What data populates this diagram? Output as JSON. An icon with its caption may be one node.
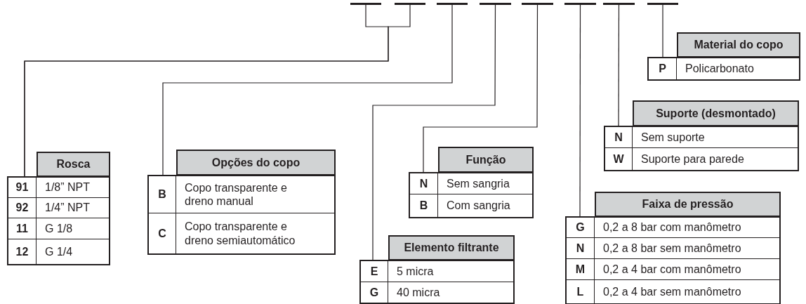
{
  "diagram": {
    "nodes": [
      {
        "text": [],
        "shape": "bar"
      },
      {
        "text": [],
        "shape": "bar"
      },
      {
        "text": [],
        "shape": "bar"
      },
      {
        "text": [],
        "shape": "bar"
      },
      {
        "text": [],
        "shape": "bar"
      },
      {
        "text": [],
        "shape": "bar"
      },
      {
        "text": [],
        "shape": "bar"
      },
      {
        "text": [],
        "shape": "bar"
      },
      {
        "text": [
          "Rosca",
          "91",
          "1/8” NPT",
          "92",
          "1/4” NPT",
          "11",
          "G 1/8",
          "12",
          "G 1/4"
        ]
      },
      {
        "text": [
          "Opções do copo",
          "B",
          "Copo transparente e dreno manual",
          "C",
          "Copo transparente e dreno semiautomático"
        ]
      },
      {
        "text": [
          "Elemento filtrante",
          "E",
          "5 micra",
          "G",
          "40 micra"
        ]
      },
      {
        "text": [
          "Função",
          "N",
          "Sem sangria",
          "B",
          "Com sangria"
        ]
      },
      {
        "text": [
          "Faixa de pressão",
          "G",
          "0,2 a 8 bar com manômetro",
          "N",
          "0,2 a 8 bar sem manômetro",
          "M",
          "0,2 a 4 bar com manômetro",
          "L",
          "0,2 a 4 bar sem manômetro"
        ]
      },
      {
        "text": [
          "Suporte (desmontado)",
          "N",
          "Sem suporte",
          "W",
          "Suporte para parede"
        ]
      },
      {
        "text": [
          "Material do copo",
          "P",
          "Policarbonato"
        ]
      }
    ],
    "edges": [
      {
        "from": 0,
        "to": 8,
        "arrow": "none"
      },
      {
        "from": 1,
        "to": 8,
        "arrow": "none"
      },
      {
        "from": 2,
        "to": 9,
        "arrow": "none"
      },
      {
        "from": 3,
        "to": 10,
        "arrow": "none"
      },
      {
        "from": 4,
        "to": 11,
        "arrow": "none"
      },
      {
        "from": 5,
        "to": 12,
        "arrow": "none"
      },
      {
        "from": 6,
        "to": 13,
        "arrow": "none"
      },
      {
        "from": 7,
        "to": 14,
        "arrow": "none"
      }
    ]
  }
}
